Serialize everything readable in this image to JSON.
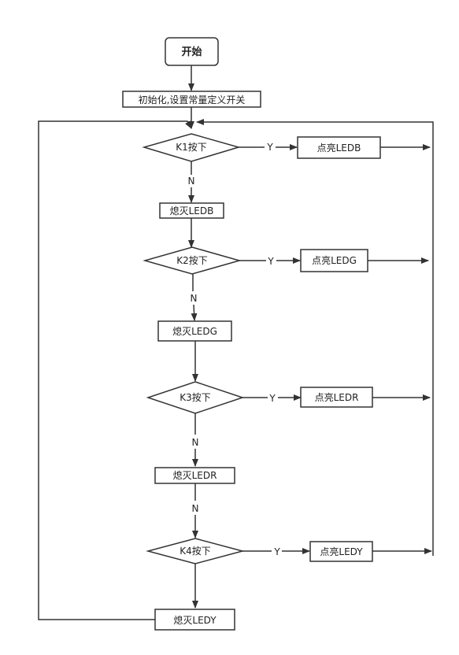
{
  "nodes": {
    "start": "开始",
    "init": "初始化,设置常量定义开关",
    "k1": "K1按下",
    "led_b_on": "点亮LEDB",
    "led_b_off": "熄灭LEDB",
    "k2": "K2按下",
    "led_g_on": "点亮LEDG",
    "led_g_off": "熄灭LEDG",
    "k3": "K3按下",
    "led_r_on": "点亮LEDR",
    "led_r_off": "熄灭LEDR",
    "k4": "K4按下",
    "led_y_on": "点亮LEDY",
    "led_y_off": "熄灭LEDY"
  },
  "edge_labels": {
    "k1_yes": "Y",
    "k1_no": "N",
    "k2_yes": "Y",
    "k2_no": "N",
    "k3_yes": "Y",
    "k3_no": "N",
    "r_off_no": "N",
    "k4_yes": "Y"
  },
  "colors": {
    "stroke": "#333333",
    "fill": "#ffffff",
    "text": "#222222"
  }
}
